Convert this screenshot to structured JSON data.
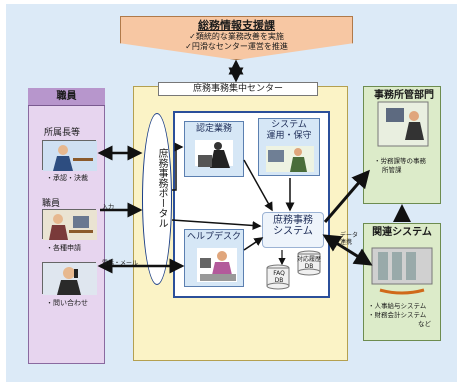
{
  "hq": {
    "title": "総務情報支援課",
    "line1": "✓類統的な業務改善を実施",
    "line2": "✓円滑なセンター運営を推進"
  },
  "staff": {
    "title": "職員",
    "group1": {
      "name": "所属長等",
      "caption": "・承認・決裁"
    },
    "group2": {
      "name": "職員",
      "caption": "・各種申請"
    },
    "group3": {
      "caption": "・問い合わせ"
    }
  },
  "center": {
    "title": "庶務事務集中センター",
    "portal": "庶務事務ポータル",
    "approval": "認定業務",
    "system_ops": "システム\n運用・保守",
    "system": "庶務事務\nシステム",
    "helpdesk": "ヘルプデスク",
    "faq_db": "FAQ\nDB",
    "case_db": "対応履歴\nDB"
  },
  "office": {
    "title": "事務所管部門",
    "caption1": "・労務課等の事務",
    "caption2": "所管課"
  },
  "related": {
    "title": "関連システム",
    "caption1": "・人事給与システム",
    "caption2": "・財務会計システム",
    "caption3": "など"
  },
  "arrows": {
    "input": "入力",
    "phone_mail": "電話・メール",
    "data_link": "データ\n連携"
  },
  "colors": {
    "center_border": "#2b4f9a",
    "arrow": "#111111"
  }
}
